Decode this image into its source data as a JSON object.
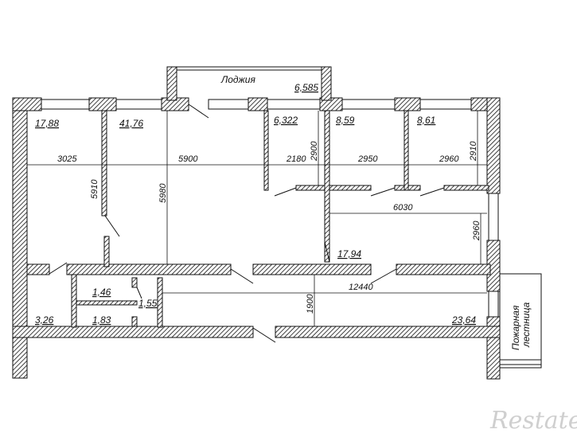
{
  "plan": {
    "rooms": {
      "loggia_label": "Лоджия",
      "loggia_area": "6,585",
      "room_a_area": "17,88",
      "room_b_area": "41,76",
      "room_c_area": "6,322",
      "room_d_area": "8,59",
      "room_e_area": "8,61",
      "hall_area": "17,94",
      "wc1_area": "1,46",
      "wc2_area": "1,55",
      "wc3_area": "1,83",
      "small_area": "3,26",
      "corridor_area": "23,64"
    },
    "dimensions": {
      "d3025": "3025",
      "d5900": "5900",
      "d2180": "2180",
      "d2950": "2950",
      "d2960_h": "2960",
      "d6030": "6030",
      "d12440": "12440",
      "d5910": "5910",
      "d5980": "5980",
      "d2900": "2900",
      "d2910": "2910",
      "d2960_v": "2960",
      "d1900": "1900"
    },
    "stairs_label_line1": "Пожарная",
    "stairs_label_line2": "лестница",
    "watermark": "Restate"
  }
}
